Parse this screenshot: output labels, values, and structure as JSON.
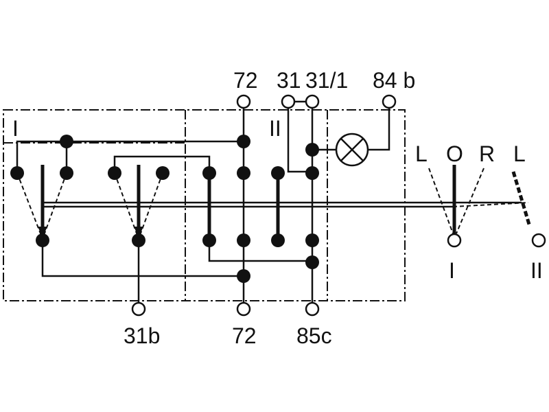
{
  "diagram": {
    "terminals_top": {
      "t72": "72",
      "t31": "31",
      "t31_1": "31/1",
      "t84b": "84 b"
    },
    "terminals_bottom": {
      "t31b": "31b",
      "t72": "72",
      "t85c": "85c"
    },
    "section_labels": {
      "I": "I",
      "II": "II"
    },
    "switch_positions": {
      "L": "L",
      "O": "O",
      "R": "R",
      "L2": "L"
    },
    "switch_outputs": {
      "I": "I",
      "II": "II"
    },
    "icons": [
      "lamp-icon",
      "terminal-icon",
      "junction-dot-icon"
    ]
  }
}
